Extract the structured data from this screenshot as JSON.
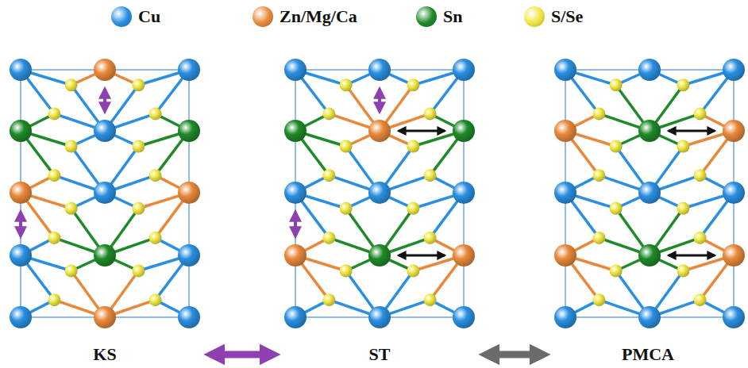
{
  "diagram": {
    "nodes": [
      {
        "text": [
          "KS"
        ]
      },
      {
        "text": [
          "ST"
        ]
      },
      {
        "text": [
          "PMCA"
        ]
      }
    ],
    "edges": [
      {
        "from": 0,
        "to": 1,
        "arrow": "both"
      },
      {
        "from": 1,
        "to": 2,
        "arrow": "both"
      }
    ],
    "legend": [
      {
        "text": "Cu",
        "color": "#2a8fe0"
      },
      {
        "text": "Zn/Mg/Ca",
        "color": "#e8883a"
      },
      {
        "text": "Sn",
        "color": "#1e8a28"
      },
      {
        "text": "S/Se",
        "color": "#f0e640"
      }
    ]
  }
}
